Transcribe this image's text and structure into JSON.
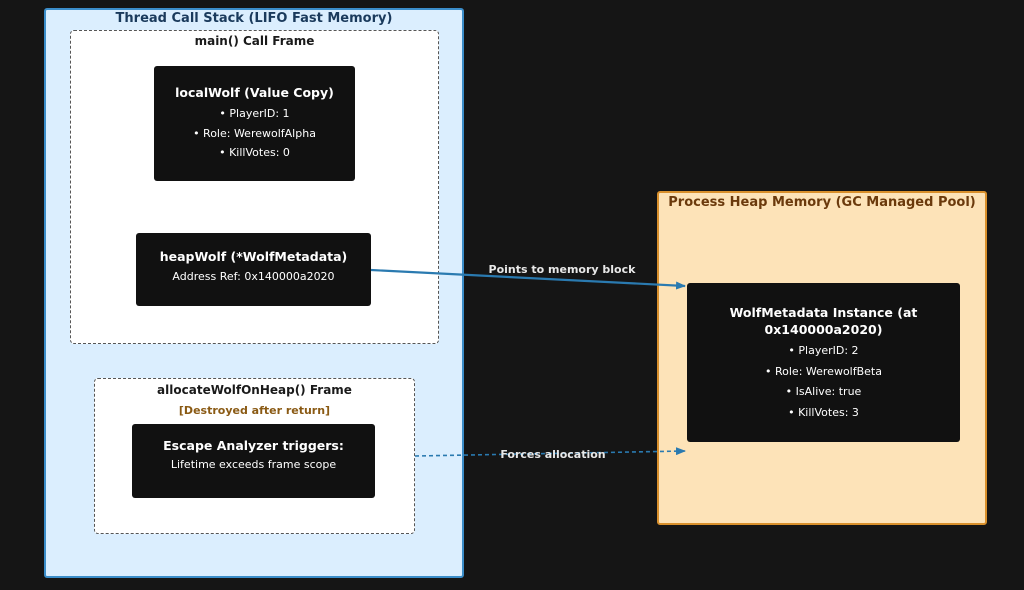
{
  "stack": {
    "title": "Thread Call Stack (LIFO Fast Memory)",
    "main_frame": {
      "title": "main() Call Frame",
      "local_wolf": {
        "title": "localWolf (Value Copy)",
        "lines": [
          "• PlayerID: 1",
          "• Role: WerewolfAlpha",
          "• KillVotes: 0"
        ]
      },
      "heap_wolf": {
        "title": "heapWolf (*WolfMetadata)",
        "line": "Address Ref: 0x140000a2020"
      }
    },
    "alloc_frame": {
      "title": "allocateWolfOnHeap() Frame",
      "subtitle": "[Destroyed after return]",
      "escape": {
        "title": "Escape Analyzer triggers:",
        "line": "Lifetime exceeds frame scope"
      }
    }
  },
  "heap": {
    "title": "Process Heap Memory (GC Managed Pool)",
    "instance": {
      "title": "WolfMetadata Instance (at 0x140000a2020)",
      "lines": [
        "• PlayerID: 2",
        "• Role: WerewolfBeta",
        "• IsAlive: true",
        "• KillVotes: 3"
      ]
    }
  },
  "edges": {
    "points_label": "Points to memory block",
    "forces_label": "Forces allocation"
  },
  "colors": {
    "arrow": "#2a7ab0",
    "stack_border": "#3b8dc9",
    "heap_border": "#d9902c"
  }
}
